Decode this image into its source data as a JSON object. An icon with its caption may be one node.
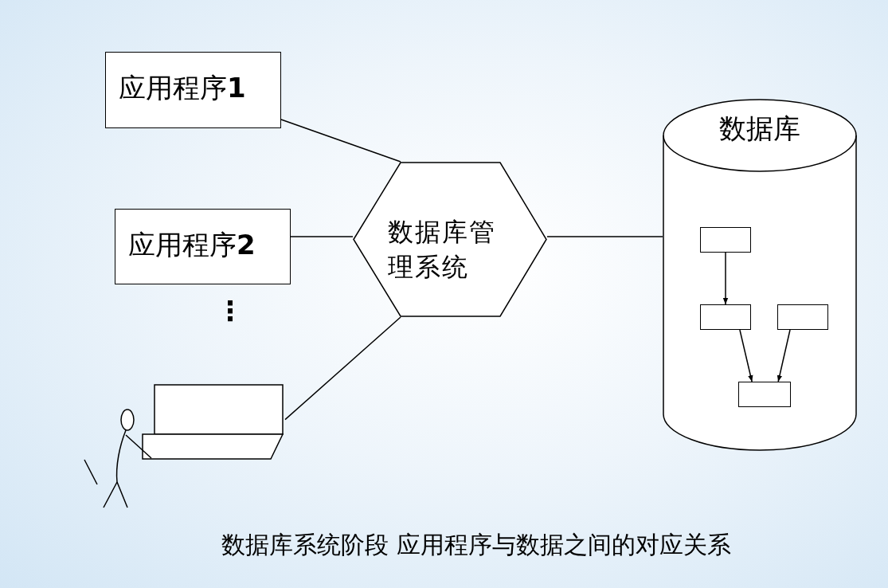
{
  "diagram": {
    "caption": "数据库系统阶段 应用程序与数据之间的对应关系",
    "nodes": [
      {
        "text": [
          "应用程序**1**"
        ]
      },
      {
        "text": [
          "应用程序**2**"
        ]
      },
      {
        "text": [],
        "shape": "box"
      },
      {
        "text": [
          "数据库管理系统"
        ]
      },
      {
        "text": [
          "数据库"
        ]
      },
      {
        "text": [],
        "shape": "box",
        "in": 4
      },
      {
        "text": [],
        "shape": "box",
        "in": 4
      },
      {
        "text": [],
        "shape": "box",
        "in": 4
      },
      {
        "text": [],
        "shape": "box",
        "in": 4
      }
    ],
    "edges": [
      {
        "from": 0,
        "to": 3,
        "arrow": "none"
      },
      {
        "from": 1,
        "to": 3,
        "arrow": "none"
      },
      {
        "from": 2,
        "to": 3,
        "arrow": "none"
      },
      {
        "from": 3,
        "to": 4,
        "arrow": "none"
      },
      {
        "from": 5,
        "to": 6,
        "arrow": "to"
      },
      {
        "from": 6,
        "to": 8,
        "arrow": "to"
      },
      {
        "from": 7,
        "to": 8,
        "arrow": "to"
      }
    ],
    "labels": [
      "⋮"
    ]
  }
}
